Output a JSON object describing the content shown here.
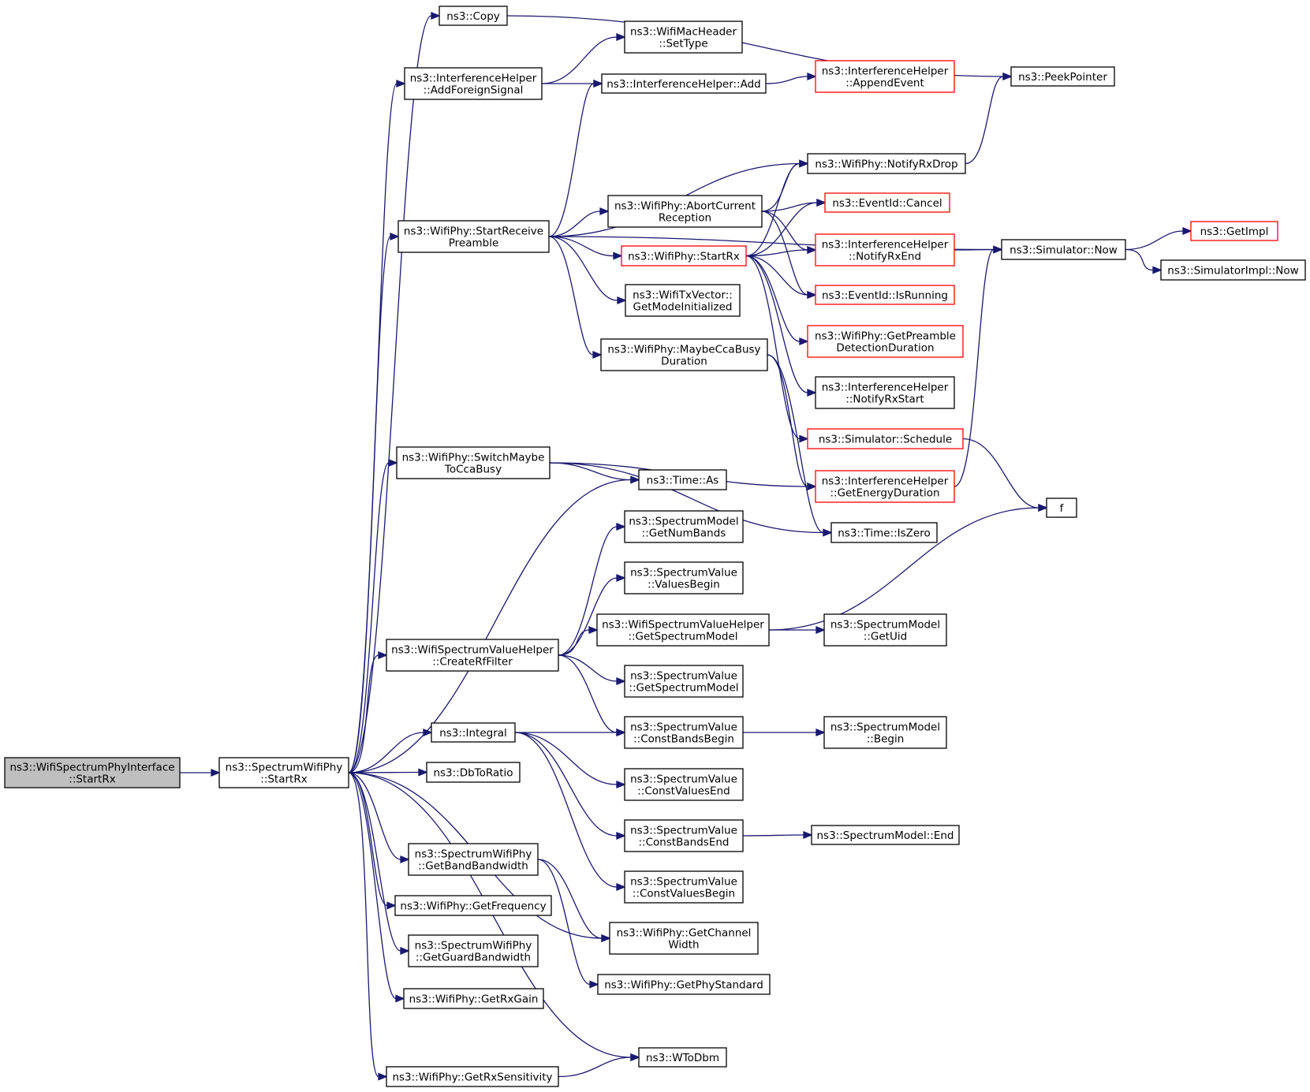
{
  "colors": {
    "background": "#ffffff",
    "edge": "#191970",
    "root_fill": "#bfbfbf",
    "node_fill": "#ffffff",
    "node_border": "#000000",
    "truncated_border": "#ff0000",
    "text": "#000000"
  },
  "nodes": [
    {
      "id": "root",
      "lines": [
        "ns3::WifiSpectrumPhyInterface",
        "::StartRx"
      ],
      "style": "root"
    },
    {
      "id": "swp_startrx",
      "lines": [
        "ns3::SpectrumWifiPhy",
        "::StartRx"
      ],
      "style": "normal"
    },
    {
      "id": "copy",
      "lines": [
        "ns3::Copy"
      ],
      "style": "normal"
    },
    {
      "id": "ih_addforeign",
      "lines": [
        "ns3::InterferenceHelper",
        "::AddForeignSignal"
      ],
      "style": "normal"
    },
    {
      "id": "mac_settype",
      "lines": [
        "ns3::WifiMacHeader",
        "::SetType"
      ],
      "style": "normal"
    },
    {
      "id": "ih_add",
      "lines": [
        "ns3::InterferenceHelper::Add"
      ],
      "style": "normal"
    },
    {
      "id": "ih_appendevent",
      "lines": [
        "ns3::InterferenceHelper",
        "::AppendEvent"
      ],
      "style": "truncated"
    },
    {
      "id": "peekpointer",
      "lines": [
        "ns3::PeekPointer"
      ],
      "style": "normal"
    },
    {
      "id": "notifyrxdrop",
      "lines": [
        "ns3::WifiPhy::NotifyRxDrop"
      ],
      "style": "normal"
    },
    {
      "id": "startreceivepreamble",
      "lines": [
        "ns3::WifiPhy::StartReceive",
        "Preamble"
      ],
      "style": "normal"
    },
    {
      "id": "abortcurrent",
      "lines": [
        "ns3::WifiPhy::AbortCurrent",
        "Reception"
      ],
      "style": "normal"
    },
    {
      "id": "eventid_cancel",
      "lines": [
        "ns3::EventId::Cancel"
      ],
      "style": "truncated"
    },
    {
      "id": "wifiphy_startrx",
      "lines": [
        "ns3::WifiPhy::StartRx"
      ],
      "style": "truncated"
    },
    {
      "id": "ih_notifyrxend",
      "lines": [
        "ns3::InterferenceHelper",
        "::NotifyRxEnd"
      ],
      "style": "truncated"
    },
    {
      "id": "sim_now",
      "lines": [
        "ns3::Simulator::Now"
      ],
      "style": "normal"
    },
    {
      "id": "getimpl",
      "lines": [
        "ns3::GetImpl"
      ],
      "style": "truncated"
    },
    {
      "id": "simimpl_now",
      "lines": [
        "ns3::SimulatorImpl::Now"
      ],
      "style": "normal"
    },
    {
      "id": "eventid_isrunning",
      "lines": [
        "ns3::EventId::IsRunning"
      ],
      "style": "truncated"
    },
    {
      "id": "txvector_getmode",
      "lines": [
        "ns3::WifiTxVector::",
        "GetModeInitialized"
      ],
      "style": "normal"
    },
    {
      "id": "getpreambledetect",
      "lines": [
        "ns3::WifiPhy::GetPreamble",
        "DetectionDuration"
      ],
      "style": "truncated"
    },
    {
      "id": "maybeccabusy",
      "lines": [
        "ns3::WifiPhy::MaybeCcaBusy",
        "Duration"
      ],
      "style": "normal"
    },
    {
      "id": "ih_notifyrxstart",
      "lines": [
        "ns3::InterferenceHelper",
        "::NotifyRxStart"
      ],
      "style": "normal"
    },
    {
      "id": "sim_schedule",
      "lines": [
        "ns3::Simulator::Schedule"
      ],
      "style": "truncated"
    },
    {
      "id": "switchmaybe",
      "lines": [
        "ns3::WifiPhy::SwitchMaybe",
        "ToCcaBusy"
      ],
      "style": "normal"
    },
    {
      "id": "ih_getenergy",
      "lines": [
        "ns3::InterferenceHelper",
        "::GetEnergyDuration"
      ],
      "style": "truncated"
    },
    {
      "id": "time_as",
      "lines": [
        "ns3::Time::As"
      ],
      "style": "normal"
    },
    {
      "id": "f",
      "lines": [
        "f"
      ],
      "style": "normal"
    },
    {
      "id": "time_iszero",
      "lines": [
        "ns3::Time::IsZero"
      ],
      "style": "normal"
    },
    {
      "id": "sm_getnumbands",
      "lines": [
        "ns3::SpectrumModel",
        "::GetNumBands"
      ],
      "style": "normal"
    },
    {
      "id": "sv_valuesbegin",
      "lines": [
        "ns3::SpectrumValue",
        "::ValuesBegin"
      ],
      "style": "normal"
    },
    {
      "id": "wsvh_getsm",
      "lines": [
        "ns3::WifiSpectrumValueHelper",
        "::GetSpectrumModel"
      ],
      "style": "normal"
    },
    {
      "id": "sm_getuid",
      "lines": [
        "ns3::SpectrumModel",
        "::GetUid"
      ],
      "style": "normal"
    },
    {
      "id": "wsvh_createrf",
      "lines": [
        "ns3::WifiSpectrumValueHelper",
        "::CreateRfFilter"
      ],
      "style": "normal"
    },
    {
      "id": "sv_getsm",
      "lines": [
        "ns3::SpectrumValue",
        "::GetSpectrumModel"
      ],
      "style": "normal"
    },
    {
      "id": "integral",
      "lines": [
        "ns3::Integral"
      ],
      "style": "normal"
    },
    {
      "id": "sv_constbandsbegin",
      "lines": [
        "ns3::SpectrumValue",
        "::ConstBandsBegin"
      ],
      "style": "normal"
    },
    {
      "id": "sm_begin",
      "lines": [
        "ns3::SpectrumModel",
        "::Begin"
      ],
      "style": "normal"
    },
    {
      "id": "dbtoratio",
      "lines": [
        "ns3::DbToRatio"
      ],
      "style": "normal"
    },
    {
      "id": "sv_constvaluesend",
      "lines": [
        "ns3::SpectrumValue",
        "::ConstValuesEnd"
      ],
      "style": "normal"
    },
    {
      "id": "sv_constbandsend",
      "lines": [
        "ns3::SpectrumValue",
        "::ConstBandsEnd"
      ],
      "style": "normal"
    },
    {
      "id": "sm_end",
      "lines": [
        "ns3::SpectrumModel::End"
      ],
      "style": "normal"
    },
    {
      "id": "swp_getbandbw",
      "lines": [
        "ns3::SpectrumWifiPhy",
        "::GetBandBandwidth"
      ],
      "style": "normal"
    },
    {
      "id": "sv_constvaluesbegin",
      "lines": [
        "ns3::SpectrumValue",
        "::ConstValuesBegin"
      ],
      "style": "normal"
    },
    {
      "id": "getfrequency",
      "lines": [
        "ns3::WifiPhy::GetFrequency"
      ],
      "style": "normal"
    },
    {
      "id": "getchannelwidth",
      "lines": [
        "ns3::WifiPhy::GetChannel",
        "Width"
      ],
      "style": "normal"
    },
    {
      "id": "swp_getguardbw",
      "lines": [
        "ns3::SpectrumWifiPhy",
        "::GetGuardBandwidth"
      ],
      "style": "normal"
    },
    {
      "id": "getphystandard",
      "lines": [
        "ns3::WifiPhy::GetPhyStandard"
      ],
      "style": "normal"
    },
    {
      "id": "getrxgain",
      "lines": [
        "ns3::WifiPhy::GetRxGain"
      ],
      "style": "normal"
    },
    {
      "id": "wtodbm",
      "lines": [
        "ns3::WToDbm"
      ],
      "style": "normal"
    },
    {
      "id": "getrxsensitivity",
      "lines": [
        "ns3::WifiPhy::GetRxSensitivity"
      ],
      "style": "normal"
    }
  ],
  "edges": [
    [
      "root",
      "swp_startrx"
    ],
    [
      "swp_startrx",
      "copy"
    ],
    [
      "swp_startrx",
      "ih_addforeign"
    ],
    [
      "swp_startrx",
      "startreceivepreamble"
    ],
    [
      "swp_startrx",
      "switchmaybe"
    ],
    [
      "swp_startrx",
      "time_as"
    ],
    [
      "swp_startrx",
      "wsvh_createrf"
    ],
    [
      "swp_startrx",
      "integral"
    ],
    [
      "swp_startrx",
      "dbtoratio"
    ],
    [
      "swp_startrx",
      "swp_getbandbw"
    ],
    [
      "swp_startrx",
      "getfrequency"
    ],
    [
      "swp_startrx",
      "getchannelwidth"
    ],
    [
      "swp_startrx",
      "swp_getguardbw"
    ],
    [
      "swp_startrx",
      "getrxgain"
    ],
    [
      "swp_startrx",
      "wtodbm"
    ],
    [
      "swp_startrx",
      "getrxsensitivity"
    ],
    [
      "copy",
      "peekpointer"
    ],
    [
      "ih_addforeign",
      "mac_settype"
    ],
    [
      "ih_addforeign",
      "ih_add"
    ],
    [
      "ih_add",
      "ih_appendevent"
    ],
    [
      "notifyrxdrop",
      "peekpointer"
    ],
    [
      "startreceivepreamble",
      "ih_add"
    ],
    [
      "startreceivepreamble",
      "sim_now"
    ],
    [
      "startreceivepreamble",
      "notifyrxdrop"
    ],
    [
      "startreceivepreamble",
      "abortcurrent"
    ],
    [
      "startreceivepreamble",
      "wifiphy_startrx"
    ],
    [
      "startreceivepreamble",
      "txvector_getmode"
    ],
    [
      "startreceivepreamble",
      "maybeccabusy"
    ],
    [
      "abortcurrent",
      "notifyrxdrop"
    ],
    [
      "abortcurrent",
      "eventid_cancel"
    ],
    [
      "abortcurrent",
      "ih_notifyrxend"
    ],
    [
      "abortcurrent",
      "eventid_isrunning"
    ],
    [
      "wifiphy_startrx",
      "notifyrxdrop"
    ],
    [
      "wifiphy_startrx",
      "eventid_cancel"
    ],
    [
      "wifiphy_startrx",
      "ih_notifyrxend"
    ],
    [
      "wifiphy_startrx",
      "eventid_isrunning"
    ],
    [
      "wifiphy_startrx",
      "getpreambledetect"
    ],
    [
      "wifiphy_startrx",
      "ih_notifyrxstart"
    ],
    [
      "wifiphy_startrx",
      "sim_schedule"
    ],
    [
      "ih_notifyrxend",
      "sim_now"
    ],
    [
      "sim_now",
      "getimpl"
    ],
    [
      "sim_now",
      "simimpl_now"
    ],
    [
      "maybeccabusy",
      "ih_getenergy"
    ],
    [
      "maybeccabusy",
      "time_iszero"
    ],
    [
      "sim_schedule",
      "f"
    ],
    [
      "ih_getenergy",
      "sim_now"
    ],
    [
      "switchmaybe",
      "ih_getenergy"
    ],
    [
      "switchmaybe",
      "time_iszero"
    ],
    [
      "switchmaybe",
      "time_as"
    ],
    [
      "wsvh_createrf",
      "sm_getnumbands"
    ],
    [
      "wsvh_createrf",
      "sv_valuesbegin"
    ],
    [
      "wsvh_createrf",
      "wsvh_getsm"
    ],
    [
      "wsvh_createrf",
      "sv_getsm"
    ],
    [
      "wsvh_createrf",
      "sv_constbandsbegin"
    ],
    [
      "wsvh_getsm",
      "sm_getuid"
    ],
    [
      "wsvh_getsm",
      "f"
    ],
    [
      "integral",
      "sv_constbandsbegin"
    ],
    [
      "integral",
      "sv_constvaluesend"
    ],
    [
      "integral",
      "sv_constbandsend"
    ],
    [
      "integral",
      "sv_constvaluesbegin"
    ],
    [
      "sv_constbandsbegin",
      "sm_begin"
    ],
    [
      "sv_constbandsend",
      "sm_end"
    ],
    [
      "swp_getbandbw",
      "getchannelwidth"
    ],
    [
      "swp_getbandbw",
      "getphystandard"
    ],
    [
      "getrxsensitivity",
      "wtodbm"
    ]
  ]
}
